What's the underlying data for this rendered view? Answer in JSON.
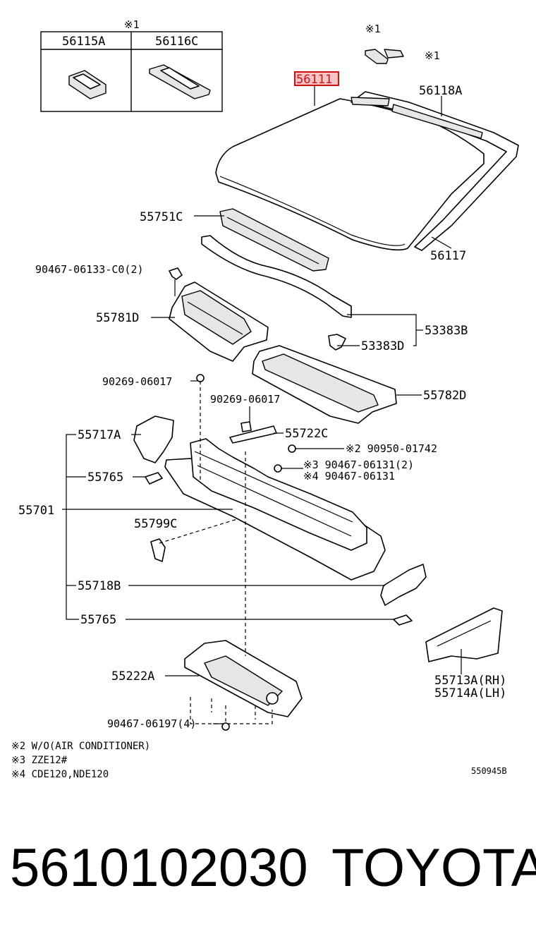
{
  "inset": {
    "mark": "※1",
    "col1_part": "56115A",
    "col2_part": "56116C"
  },
  "labels": {
    "mark_top_left": "※1",
    "mark_top_right": "※1",
    "p56111": "56111",
    "p56118A": "56118A",
    "p55751C": "55751C",
    "p56117": "56117",
    "p90467_06133": "90467-06133-C0(2)",
    "p55781D": "55781D",
    "p53383B": "53383B",
    "p53383D": "53383D",
    "p90269_a": "90269-06017",
    "p55782D": "55782D",
    "p90269_b": "90269-06017",
    "p55717A": "55717A",
    "p55722C": "55722C",
    "p90950": "※2 90950-01742",
    "p90467_06131_2": "※3 90467-06131(2)",
    "p90467_06131": "※4 90467-06131",
    "p55765_a": "55765",
    "p55701": "55701",
    "p55799C": "55799C",
    "p55718B": "55718B",
    "p55765_b": "55765",
    "p55713A": "55713A(RH)",
    "p55714A": "55714A(LH)",
    "p55222A": "55222A",
    "p90467_06197": "90467-06197(4)"
  },
  "notes": [
    "※2 W/O(AIR CONDITIONER)",
    "※3 ZZE12#",
    "※4 CDE120,NDE120"
  ],
  "drawing_code": "550945B",
  "footer": {
    "part_number": "5610102030",
    "brand": "TOYOTA"
  },
  "colors": {
    "highlight_fill": "#f6c6c6",
    "highlight_stroke": "#d01010"
  }
}
